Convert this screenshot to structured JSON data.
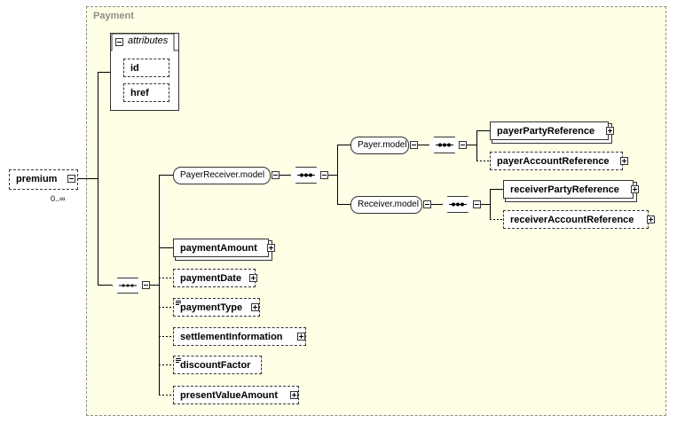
{
  "group": {
    "title": "Payment"
  },
  "attributes": {
    "title": "attributes",
    "items": [
      "id",
      "href"
    ]
  },
  "root": {
    "label": "premium",
    "cardinality": "0..∞"
  },
  "elements": {
    "payer_receiver_model": "PayerReceiver.model",
    "payer_model": "Payer.model",
    "receiver_model": "Receiver.model",
    "payer_party_reference": "payerPartyReference",
    "payer_account_reference": "payerAccountReference",
    "receiver_party_reference": "receiverPartyReference",
    "receiver_account_reference": "receiverAccountReference",
    "payment_amount": "paymentAmount",
    "payment_date": "paymentDate",
    "payment_type": "paymentType",
    "settlement_information": "settlementInformation",
    "discount_factor": "discountFactor",
    "present_value_amount": "presentValueAmount"
  }
}
